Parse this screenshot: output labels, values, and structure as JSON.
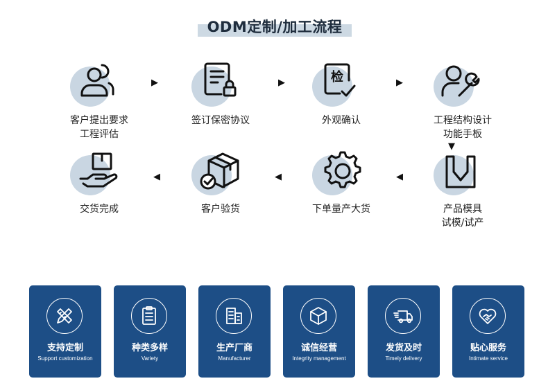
{
  "title": "ODM定制/加工流程",
  "steps": [
    {
      "line1": "客户提出要求",
      "line2": "工程评估",
      "icon": "users-icon"
    },
    {
      "line1": "签订保密协议",
      "line2": "",
      "icon": "contract-lock-icon"
    },
    {
      "line1": "外观确认",
      "line2": "",
      "icon": "inspection-check-icon"
    },
    {
      "line1": "工程结构设计",
      "line2": "功能手板",
      "icon": "engineer-wrench-icon"
    },
    {
      "line1": "产品模具",
      "line2": "试模/试产",
      "icon": "mold-icon"
    },
    {
      "line1": "下单量产大货",
      "line2": "",
      "icon": "gear-icon"
    },
    {
      "line1": "客户验货",
      "line2": "",
      "icon": "box-check-icon"
    },
    {
      "line1": "交货完成",
      "line2": "",
      "icon": "hand-box-icon"
    }
  ],
  "arrows": {
    "right": "▶",
    "left": "◀",
    "down": "▼"
  },
  "features": [
    {
      "title": "支持定制",
      "subtitle": "Support customization",
      "icon": "pencil-ruler-icon"
    },
    {
      "title": "种类多样",
      "subtitle": "Variety",
      "icon": "clipboard-list-icon"
    },
    {
      "title": "生产厂商",
      "subtitle": "Manufacturer",
      "icon": "factory-building-icon"
    },
    {
      "title": "诚信经营",
      "subtitle": "Integrity management",
      "icon": "cube-icon"
    },
    {
      "title": "发货及时",
      "subtitle": "Timely delivery",
      "icon": "delivery-truck-icon"
    },
    {
      "title": "贴心服务",
      "subtitle": "Intimate service",
      "icon": "handshake-heart-icon"
    }
  ],
  "colors": {
    "accent": "#1d4e86",
    "circle": "#c9d6e2",
    "title_bar": "#cdd9e3"
  }
}
